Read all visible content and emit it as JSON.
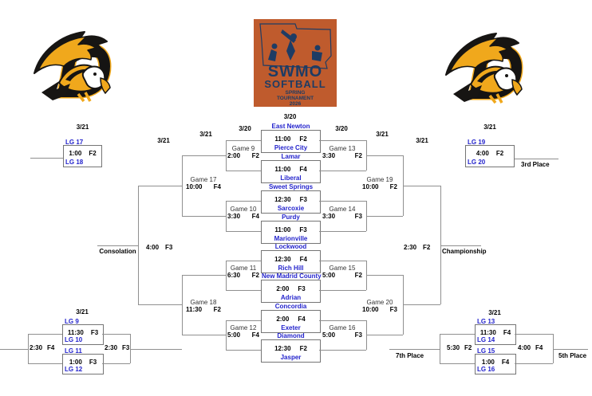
{
  "colors": {
    "team_blue": "#2323cc",
    "line_gray": "#8f8f8f",
    "logo_orange": "#bf5b2d",
    "logo_navy": "#1e3c64",
    "eagle_gold": "#f0a81c",
    "eagle_black": "#171513"
  },
  "logos": {
    "school_letter": "D",
    "center": {
      "title1": "SWMO",
      "title2": "SOFTBALL",
      "sub1": "SPRING",
      "sub2": "TOURNAMENT",
      "year": "2026"
    }
  },
  "dates": {
    "corner_top_left": "3/21",
    "left_outer": "3/21",
    "left_mid": "3/21",
    "left_inner": "3/20",
    "center": "3/20",
    "right_inner": "3/20",
    "right_mid": "3/21",
    "right_outer": "3/21",
    "corner_top_right": "3/21",
    "corner_bottom_left": "3/21",
    "corner_bottom_right": "3/21"
  },
  "round1": [
    {
      "top": "East Newton",
      "time": "11:00",
      "field": "F2",
      "bottom": "Pierce City"
    },
    {
      "top": "Lamar",
      "time": "11:00",
      "field": "F4",
      "bottom": "Liberal"
    },
    {
      "top": "Sweet Springs",
      "time": "12:30",
      "field": "F3",
      "bottom": "Sarcoxie"
    },
    {
      "top": "Purdy",
      "time": "11:00",
      "field": "F3",
      "bottom": "Marionville"
    },
    {
      "top": "Lockwood",
      "time": "12:30",
      "field": "F4",
      "bottom": "Rich Hill"
    },
    {
      "top": "New Madrid County",
      "time": "2:00",
      "field": "F3",
      "bottom": "Adrian"
    },
    {
      "top": "Concordia",
      "time": "2:00",
      "field": "F4",
      "bottom": "Exeter"
    },
    {
      "top": "Diamond",
      "time": "12:30",
      "field": "F2",
      "bottom": "Jasper"
    }
  ],
  "left_games": [
    {
      "name": "Game 9",
      "time": "2:00",
      "field": "F2"
    },
    {
      "name": "Game 10",
      "time": "3:30",
      "field": "F4"
    },
    {
      "name": "Game 11",
      "time": "6:30",
      "field": "F2"
    },
    {
      "name": "Game 12",
      "time": "5:00",
      "field": "F4"
    }
  ],
  "right_games": [
    {
      "name": "Game 13",
      "time": "3:30",
      "field": "F2"
    },
    {
      "name": "Game 14",
      "time": "3:30",
      "field": "F3"
    },
    {
      "name": "Game 15",
      "time": "5:00",
      "field": "F2"
    },
    {
      "name": "Game 16",
      "time": "5:00",
      "field": "F3"
    }
  ],
  "semifinals": [
    {
      "name": "Game 17",
      "time": "10:00",
      "field": "F4"
    },
    {
      "name": "Game 18",
      "time": "11:30",
      "field": "F2"
    },
    {
      "name": "Game 19",
      "time": "10:00",
      "field": "F2"
    },
    {
      "name": "Game 20",
      "time": "10:00",
      "field": "F3"
    }
  ],
  "finals": {
    "consolation": {
      "label": "Consolation",
      "time": "4:00",
      "field": "F3"
    },
    "championship": {
      "label": "Championship",
      "time": "2:30",
      "field": "F2"
    }
  },
  "upper_left_box": {
    "top": "LG 17",
    "time": "1:00",
    "field": "F2",
    "bottom": "LG 18"
  },
  "upper_right_box": {
    "top": "LG 19",
    "time": "4:00",
    "field": "F2",
    "bottom": "LG 20",
    "place": "3rd Place"
  },
  "lower_left_bracket": {
    "games": [
      {
        "top": "LG 9",
        "time": "11:30",
        "field": "F3",
        "bottom": "LG 10"
      },
      {
        "top": "LG 11",
        "time": "1:00",
        "field": "F3",
        "bottom": "LG 12"
      }
    ],
    "west": {
      "time": "2:30",
      "field": "F4"
    },
    "east": {
      "time": "2:30",
      "field": "F3"
    }
  },
  "lower_right_bracket": {
    "games": [
      {
        "top": "LG 13",
        "time": "11:30",
        "field": "F4",
        "bottom": "LG 14"
      },
      {
        "top": "LG 15",
        "time": "1:00",
        "field": "F4",
        "bottom": "LG 16"
      }
    ],
    "west": {
      "time": "5:30",
      "field": "F2",
      "place": "7th Place"
    },
    "east": {
      "time": "4:00",
      "field": "F4",
      "place": "5th Place"
    }
  }
}
